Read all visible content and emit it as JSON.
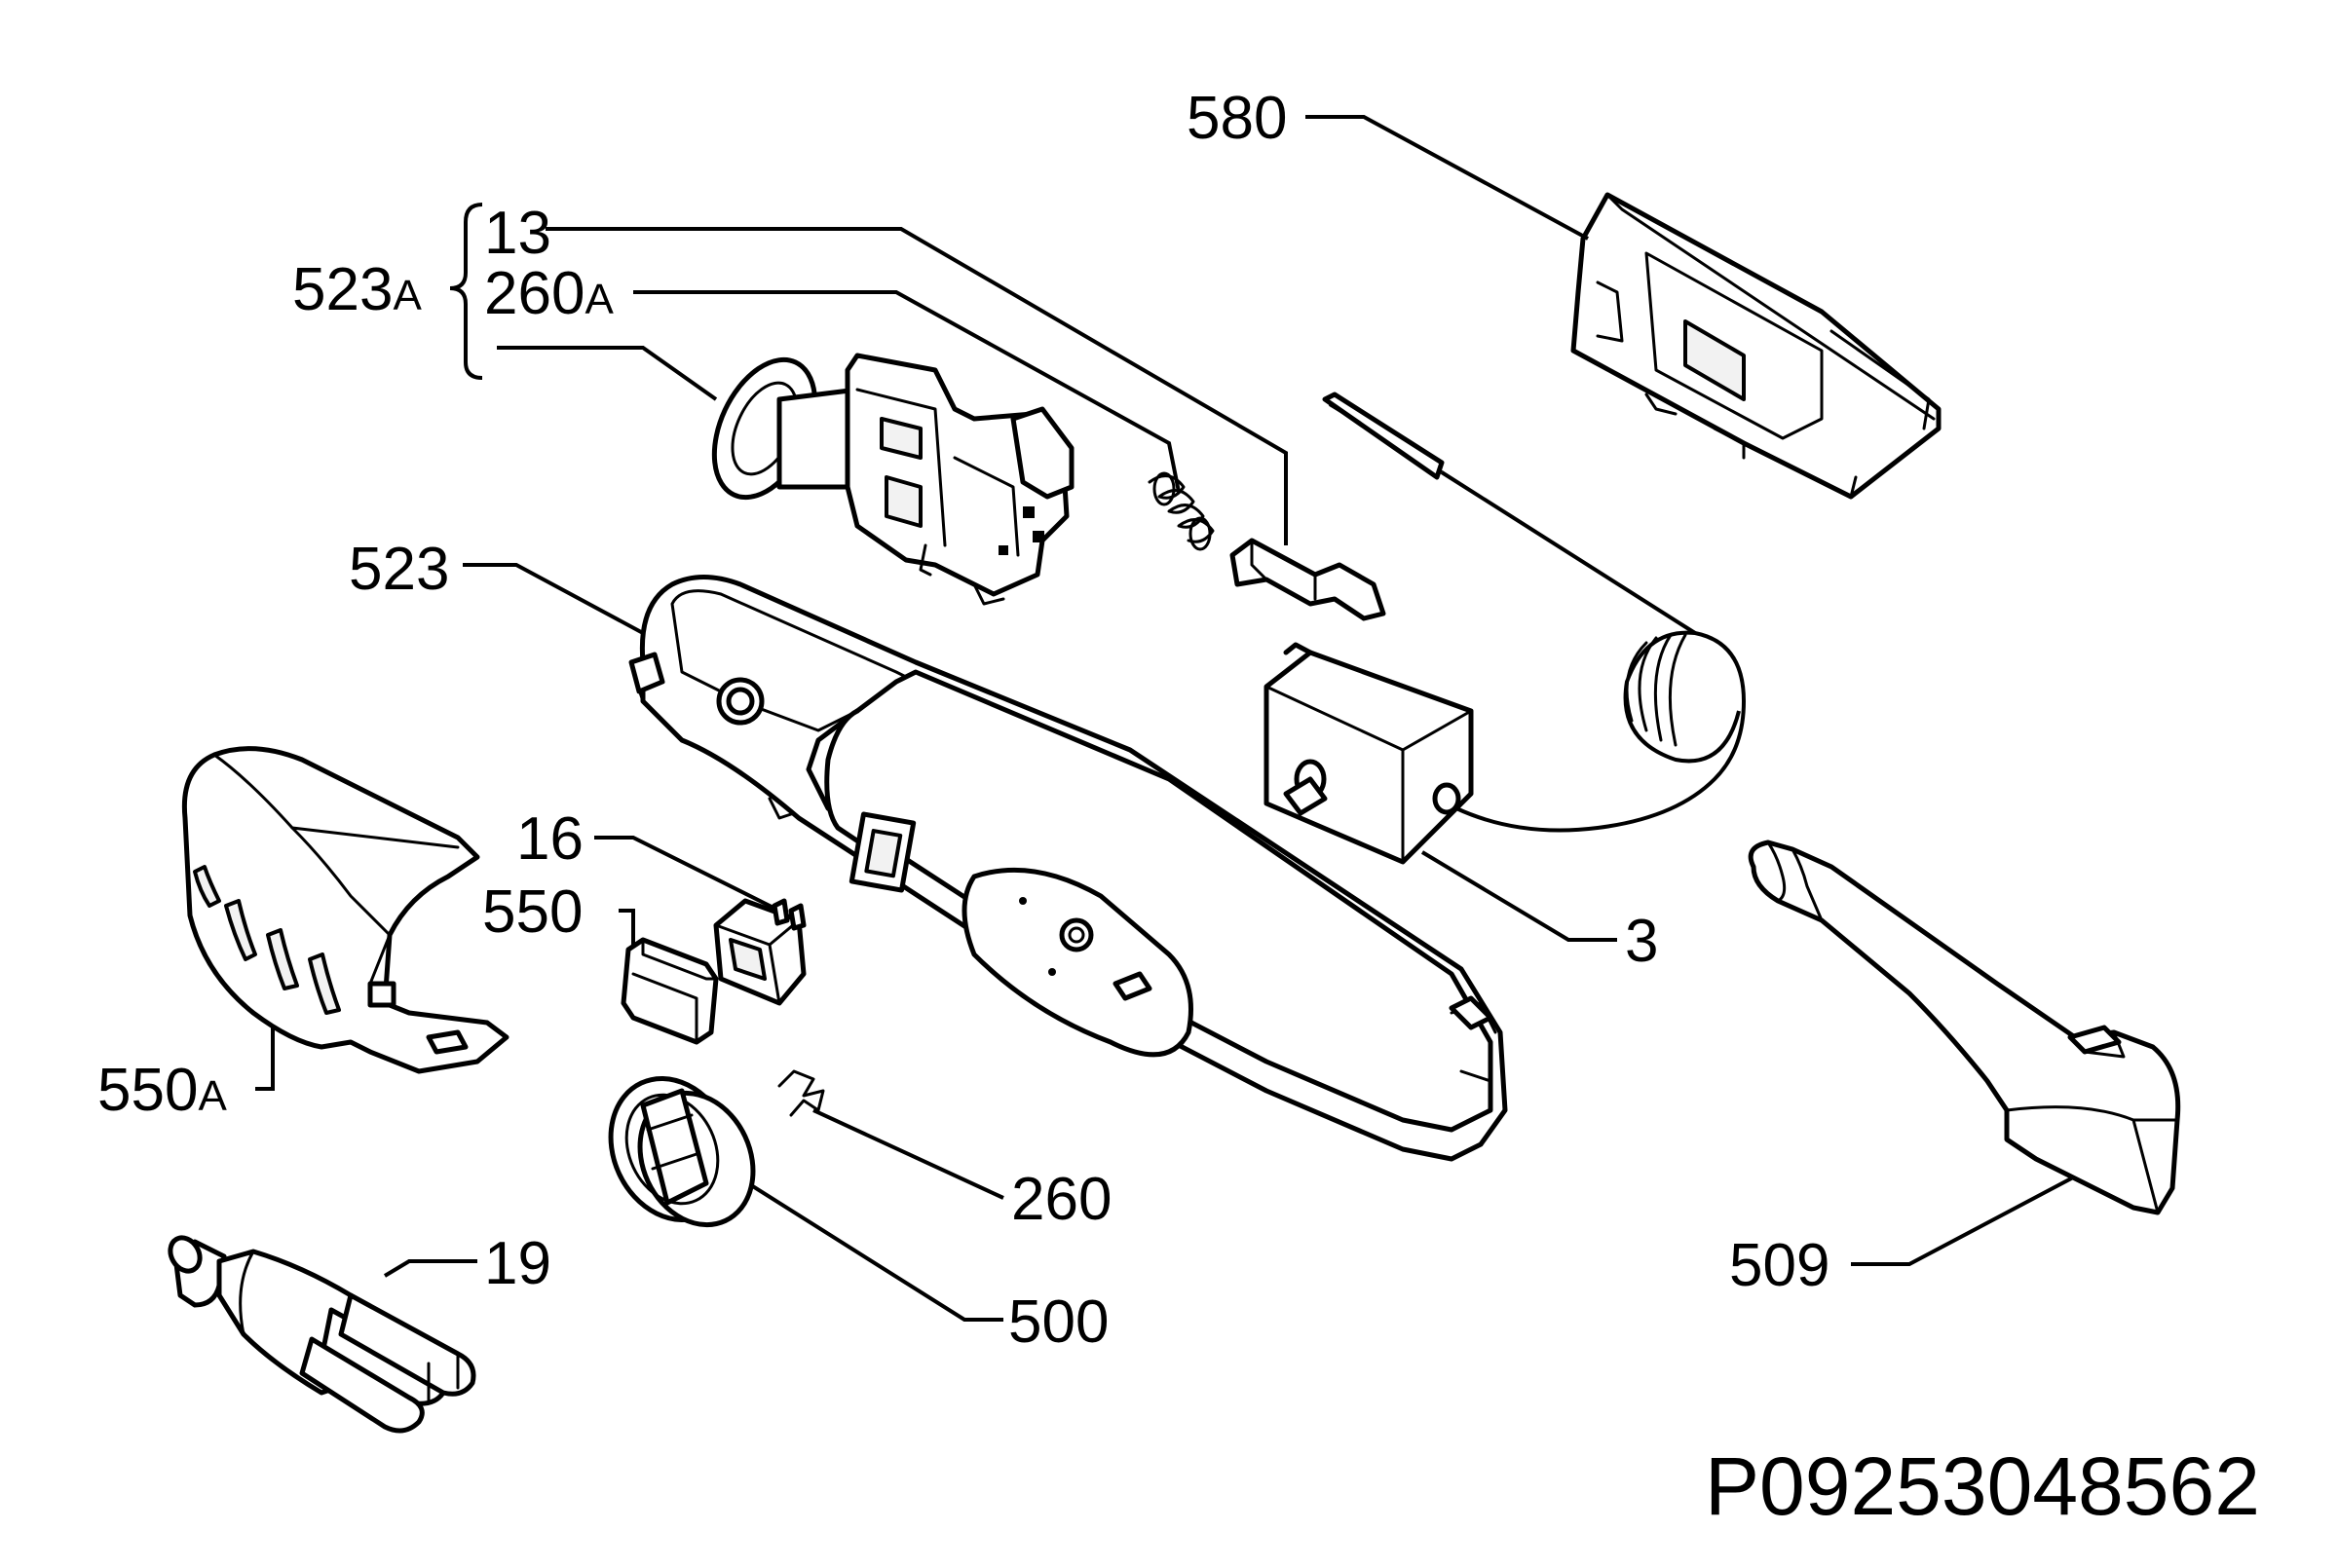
{
  "labels": {
    "l580": "580",
    "l13": "13",
    "l523A_main": "523",
    "l523A_suffix": "A",
    "l260A_main": "260",
    "l260A_suffix": "A",
    "l523": "523",
    "l16": "16",
    "l550": "550",
    "l550A_main": "550",
    "l550A_suffix": "A",
    "l3": "3",
    "l260": "260",
    "l19": "19",
    "l500": "500",
    "l509": "509"
  },
  "drawing_code": "P09253048562"
}
